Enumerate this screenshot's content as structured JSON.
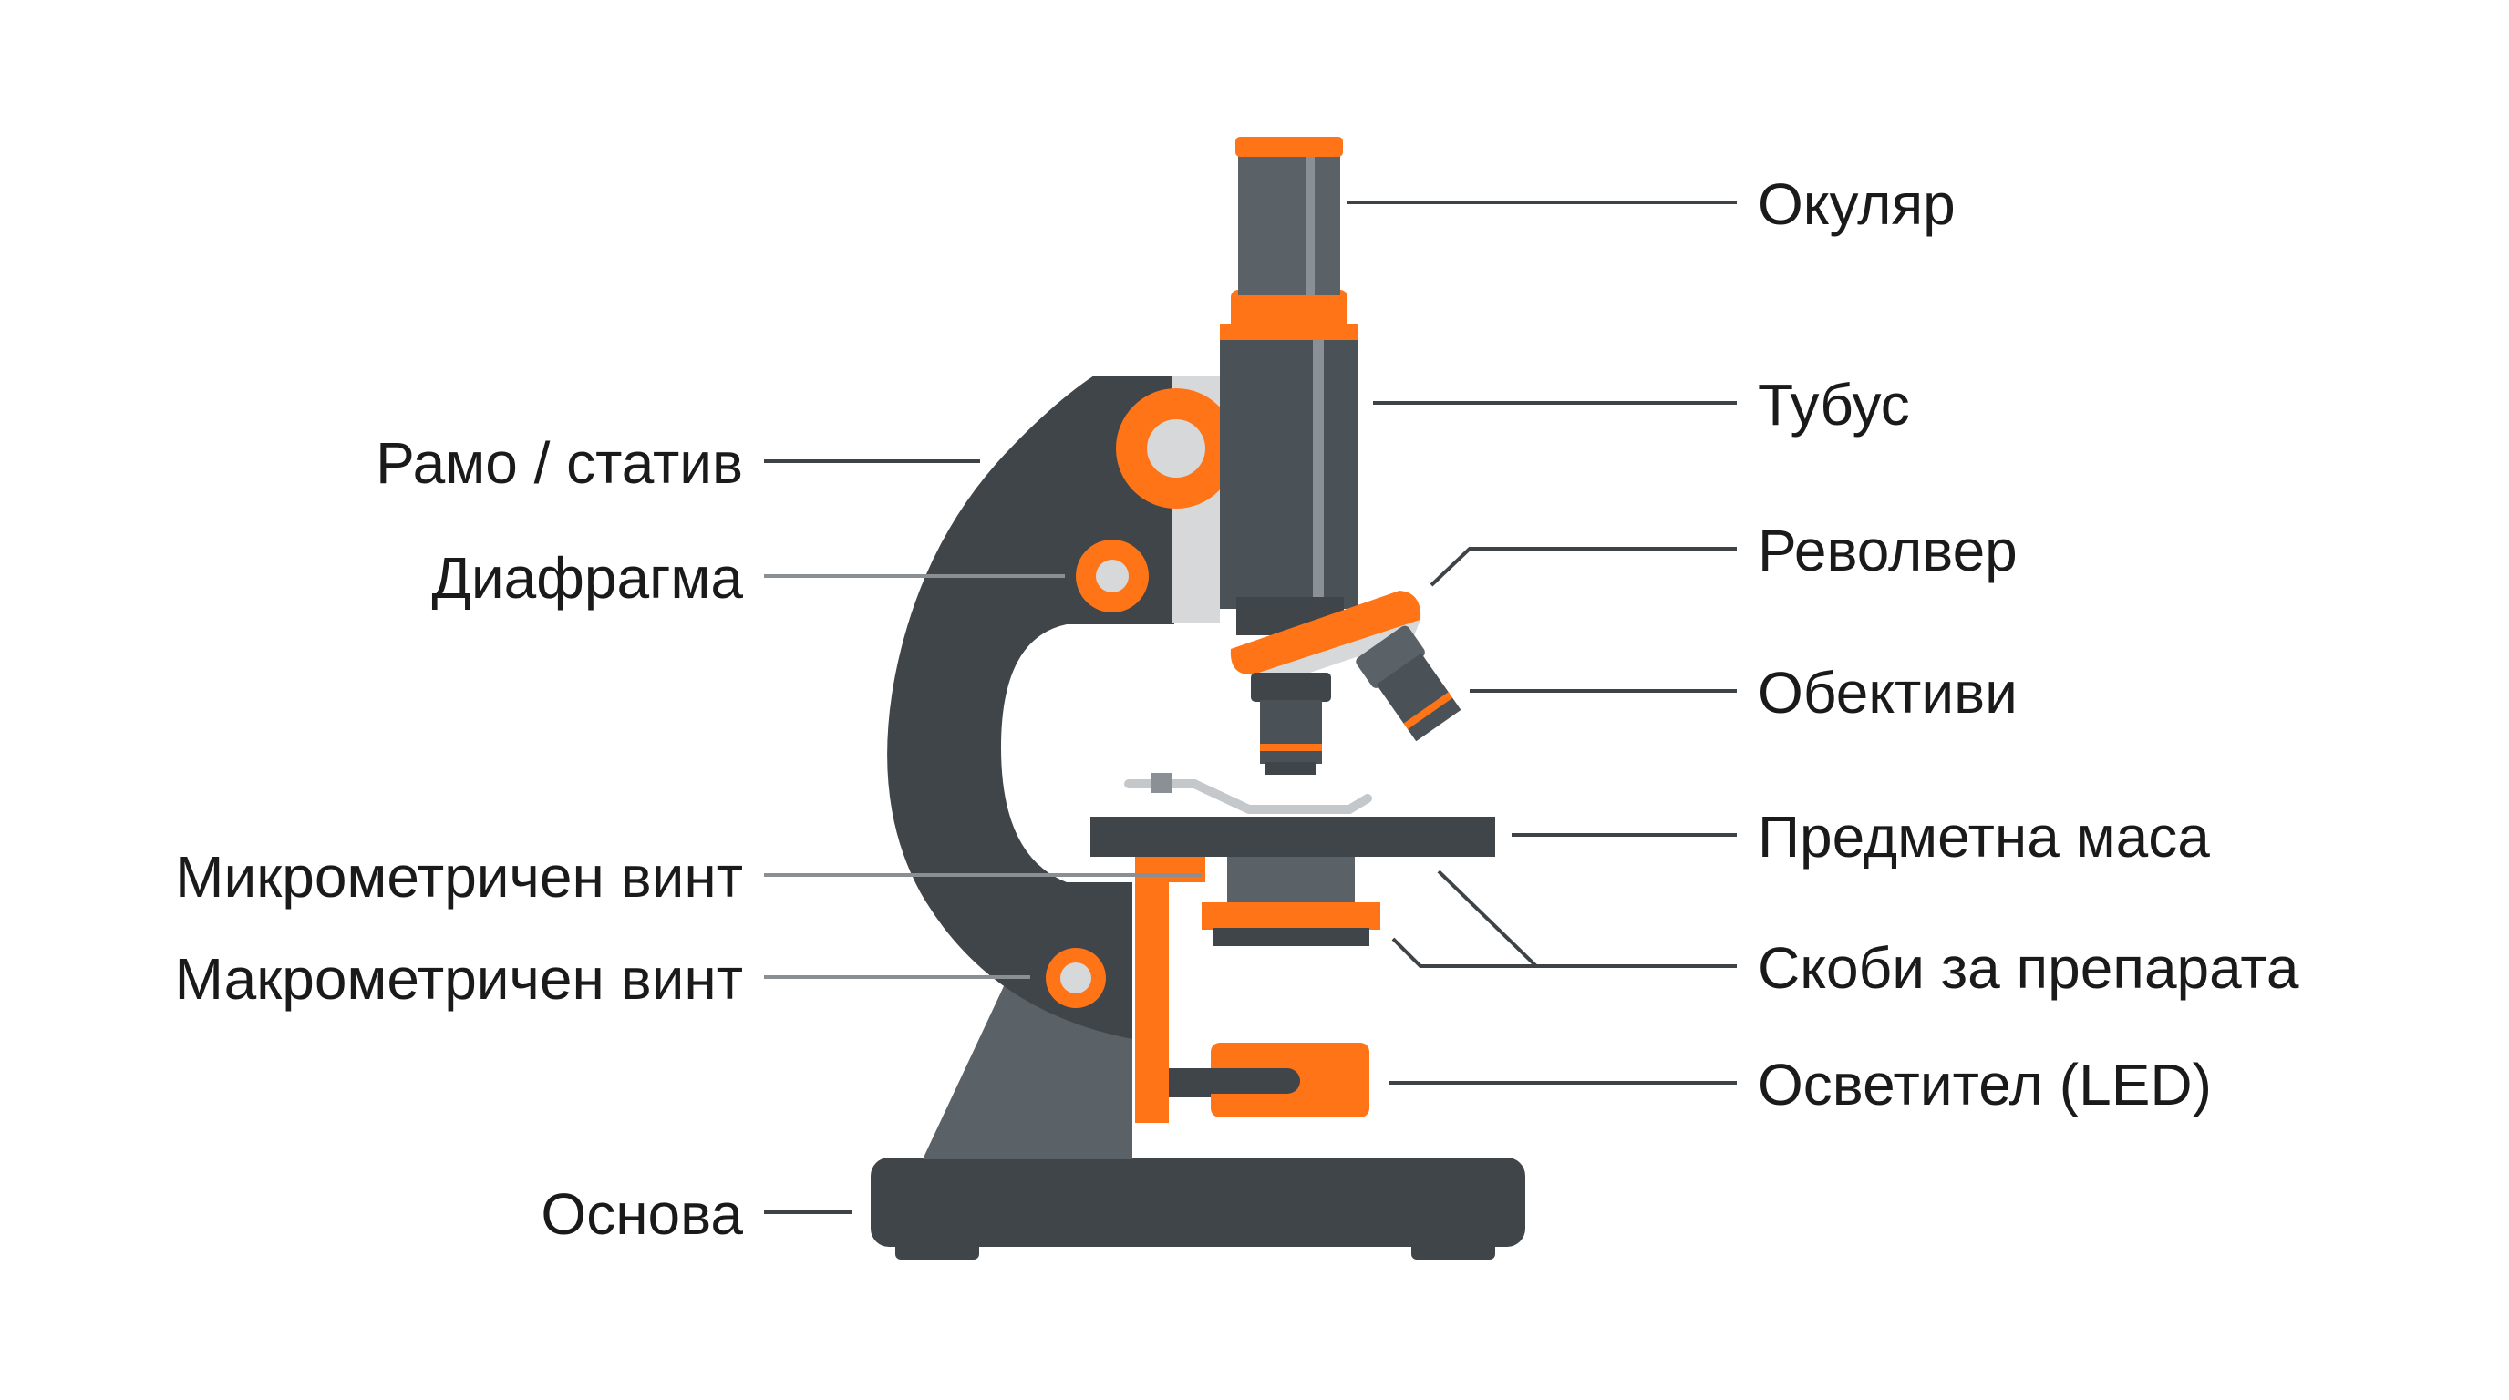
{
  "labels": {
    "left": {
      "arm": "Рамо / статив",
      "diaphragm": "Диафрагма",
      "fine_focus": "Микрометричен винт",
      "coarse_focus": "Макрометричен винт",
      "base": "Основа"
    },
    "right": {
      "eyepiece": "Окуляр",
      "tube": "Тубус",
      "revolver": "Револвер",
      "objectives": "Обективи",
      "stage": "Предметна маса",
      "clips": "Скоби за препарата",
      "illuminator": "Осветител (LED)"
    }
  },
  "colors": {
    "accent": "#ff7417",
    "dark": "#3f4549",
    "mid": "#5a6167",
    "light": "#d6d8da"
  }
}
